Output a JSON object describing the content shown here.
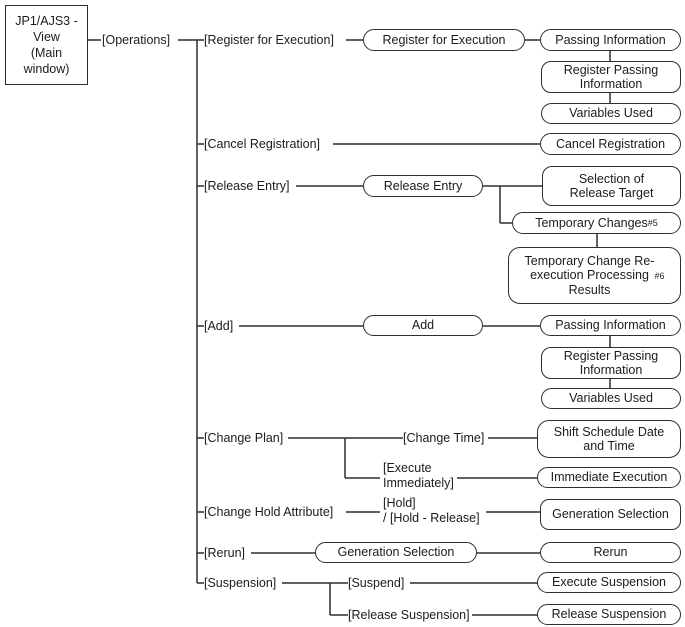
{
  "colors": {
    "line": "#2e2e2e",
    "text": "#1c1c1c",
    "background": "#ffffff"
  },
  "root_window": {
    "title": "JP1/AJS3 -\nView\n(Main\nwindow)"
  },
  "menu_labels": {
    "operations": "[Operations]",
    "register_for_execution": "[Register for Execution]",
    "cancel_registration": "[Cancel Registration]",
    "release_entry": "[Release Entry]",
    "add": "[Add]",
    "change_plan": "[Change Plan]",
    "change_time": "[Change Time]",
    "execute_immediately": "[Execute\nImmediately]",
    "change_hold_attribute": "[Change Hold Attribute]",
    "hold_and_hold_release": "[Hold]\n/ [Hold - Release]",
    "rerun": "[Rerun]",
    "suspension": "[Suspension]",
    "suspend": "[Suspend]",
    "release_suspension": "[Release Suspension]"
  },
  "dialog_nodes": {
    "register_for_execution": "Register for Execution",
    "passing_information_1": "Passing Information",
    "register_passing_information_1": "Register Passing\nInformation",
    "variables_used_1": "Variables Used",
    "cancel_registration": "Cancel Registration",
    "release_entry": "Release Entry",
    "selection_of_release_target": "Selection of\nRelease Target",
    "temporary_changes": "Temporary Changes",
    "temporary_changes_sup": "#5",
    "temporary_change_reexecution_results": "Temporary Change Re-\nexecution Processing\nResults",
    "temporary_change_reexecution_results_sup": "#6",
    "add": "Add",
    "passing_information_2": "Passing Information",
    "register_passing_information_2": "Register Passing\nInformation",
    "variables_used_2": "Variables Used",
    "shift_schedule_date_and_time": "Shift Schedule Date\nand Time",
    "immediate_execution": "Immediate Execution",
    "generation_selection_hold": "Generation Selection",
    "generation_selection_rerun": "Generation Selection",
    "rerun": "Rerun",
    "execute_suspension": "Execute Suspension",
    "release_suspension": "Release Suspension"
  }
}
